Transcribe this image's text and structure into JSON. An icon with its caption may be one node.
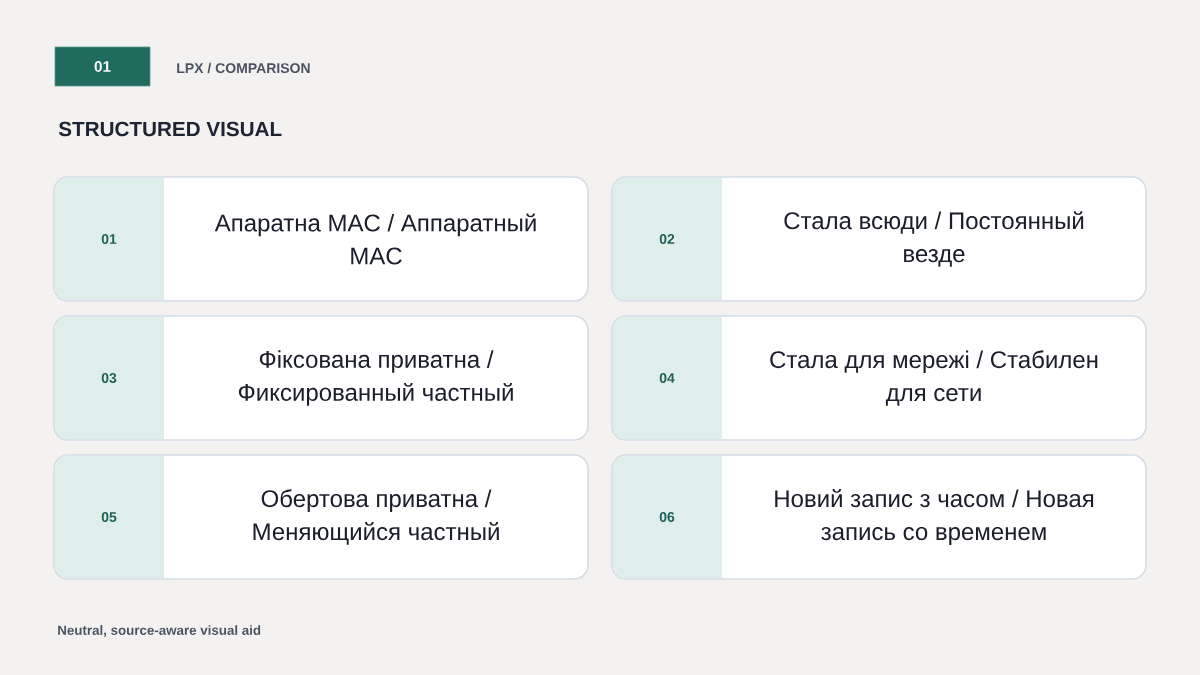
{
  "diagram": {
    "title": "STRUCTURED VISUAL",
    "caption": "Neutral, source-aware visual aid",
    "nodes": [
      {
        "text": [
          "01"
        ]
      },
      {
        "text": [
          "Апаратна MAC / Аппаратный MAC"
        ]
      },
      {
        "text": [
          "01"
        ],
        "in": 1
      },
      {
        "text": [
          "Стала всюди / Постоянный везде"
        ]
      },
      {
        "text": [
          "02"
        ],
        "in": 3
      },
      {
        "text": [
          "Фіксована приватна / Фиксированный частный"
        ]
      },
      {
        "text": [
          "03"
        ],
        "in": 5
      },
      {
        "text": [
          "Стала для мережі / Стабилен для сети"
        ]
      },
      {
        "text": [
          "04"
        ],
        "in": 7
      },
      {
        "text": [
          "Обертова приватна / Меняющийся частный"
        ]
      },
      {
        "text": [
          "05"
        ],
        "in": 9
      },
      {
        "text": [
          "Новий запис з часом / Новая запись со временем"
        ]
      },
      {
        "text": [
          "06"
        ],
        "in": 11
      }
    ],
    "labels": [
      "LPX / COMPARISON"
    ]
  }
}
